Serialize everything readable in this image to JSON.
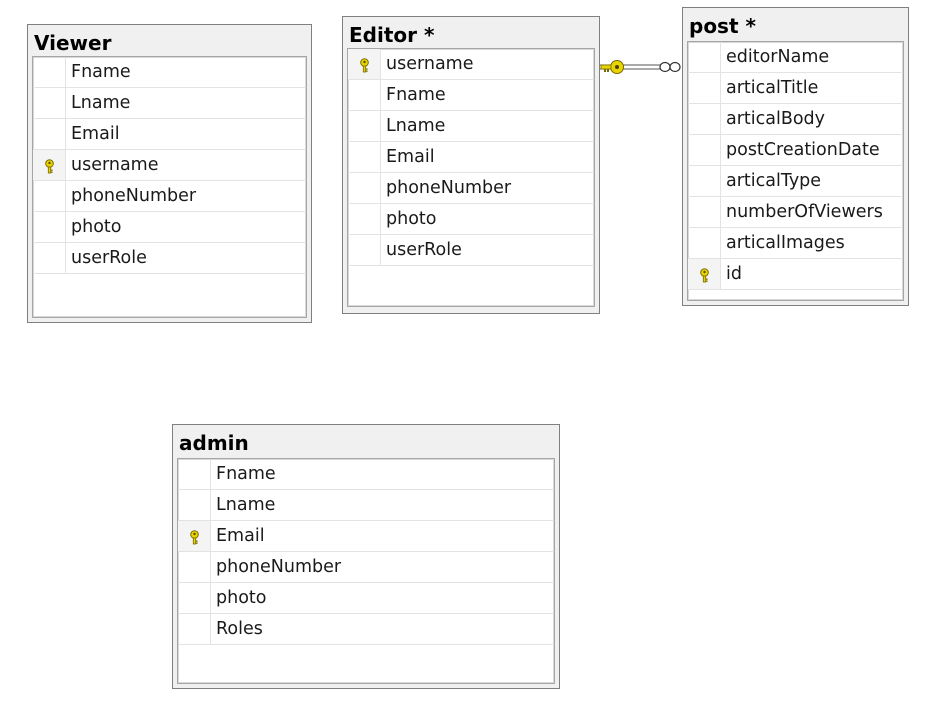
{
  "tables": [
    {
      "title": "Viewer",
      "columns": [
        {
          "name": "Fname",
          "pk": false
        },
        {
          "name": "Lname",
          "pk": false
        },
        {
          "name": "Email",
          "pk": false
        },
        {
          "name": "username",
          "pk": true
        },
        {
          "name": "phoneNumber",
          "pk": false
        },
        {
          "name": "photo",
          "pk": false
        },
        {
          "name": "userRole",
          "pk": false
        }
      ]
    },
    {
      "title": "Editor *",
      "columns": [
        {
          "name": "username",
          "pk": true
        },
        {
          "name": "Fname",
          "pk": false
        },
        {
          "name": "Lname",
          "pk": false
        },
        {
          "name": "Email",
          "pk": false
        },
        {
          "name": "phoneNumber",
          "pk": false
        },
        {
          "name": "photo",
          "pk": false
        },
        {
          "name": "userRole",
          "pk": false
        }
      ]
    },
    {
      "title": "post *",
      "columns": [
        {
          "name": "editorName",
          "pk": false
        },
        {
          "name": "articalTitle",
          "pk": false
        },
        {
          "name": "articalBody",
          "pk": false
        },
        {
          "name": "postCreationDate",
          "pk": false
        },
        {
          "name": "articalType",
          "pk": false
        },
        {
          "name": "numberOfViewers",
          "pk": false
        },
        {
          "name": "articalImages",
          "pk": false
        },
        {
          "name": "id",
          "pk": true
        }
      ]
    },
    {
      "title": "admin",
      "columns": [
        {
          "name": "Fname",
          "pk": false
        },
        {
          "name": "Lname",
          "pk": false
        },
        {
          "name": "Email",
          "pk": true
        },
        {
          "name": "phoneNumber",
          "pk": false
        },
        {
          "name": "photo",
          "pk": false
        },
        {
          "name": "Roles",
          "pk": false
        }
      ]
    }
  ],
  "relationship": {
    "from": "Editor *",
    "to": "post *",
    "from_end": "key-icon",
    "to_end": "infinity-icon"
  },
  "colors": {
    "key": "#e7d400",
    "key_outline": "#7a6a00",
    "border": "#7f7f7f",
    "header_bg": "#f0f0f0"
  }
}
